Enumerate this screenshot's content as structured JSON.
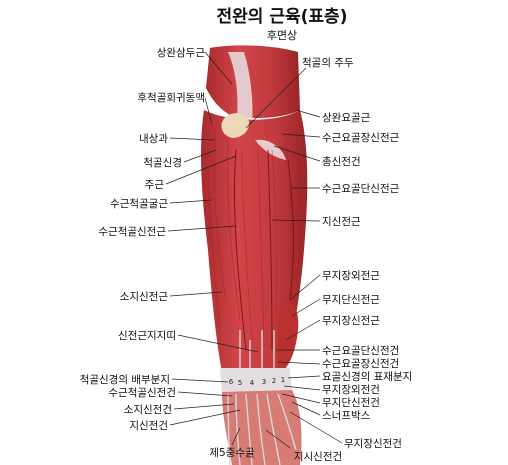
{
  "title": "전완의 근육(표층)",
  "subtitle": "후면상",
  "labels_left": {
    "biceps_brachii": "상완삼두근",
    "posterior_ulnar_recurrent_artery": "후척골회귀동맥",
    "medial_epicondyle": "내상과",
    "ulnar_nerve": "척골신경",
    "anconeus": "주근",
    "flexor_carpi_ulnaris": "수근척골굴근",
    "extensor_carpi_ulnaris": "수근척골신전근",
    "extensor_digiti_minimi": "소지신전근",
    "extensor_retinaculum": "신전근지지띠",
    "dorsal_branch_ulnar_nerve": "척골신경의 배부분지",
    "ext_carpi_ulnaris_tendon": "수근척골신전건",
    "ext_digiti_minimi_tendon": "소지신전건",
    "ext_digitorum_tendon": "지신전건"
  },
  "labels_right": {
    "olecranon": "척골의 주두",
    "brachioradialis": "상완요골근",
    "ext_carpi_radialis_longus": "수근요골장신전근",
    "common_extensor_tendon": "총신전건",
    "ext_carpi_radialis_brevis": "수근요골단신전근",
    "extensor_digitorum": "지신전근",
    "abductor_pollicis_longus": "무지장외전근",
    "ext_pollicis_brevis": "무지단신전근",
    "ext_pollicis_longus": "무지장신전근",
    "ecrb_tendon": "수근요골단신전건",
    "ecrl_tendon": "수근요골장신전건",
    "superficial_radial_nerve": "요골신경의 표재분지",
    "apl_tendon": "무지장외전건",
    "epb_tendon": "무지단신전건",
    "snuffbox": "스너프박스",
    "epl_tendon": "무지장신전건"
  },
  "labels_bottom": {
    "fifth_metacarpal": "제5중수골",
    "ext_indicis_tendon": "지시신전건"
  },
  "compartment_numbers": [
    "6",
    "5",
    "4",
    "3",
    "2",
    "1"
  ],
  "colors": {
    "muscle": "#c8373a",
    "muscle_dark": "#9e2327",
    "tendon": "#e9e6ea",
    "text": "#111111"
  }
}
